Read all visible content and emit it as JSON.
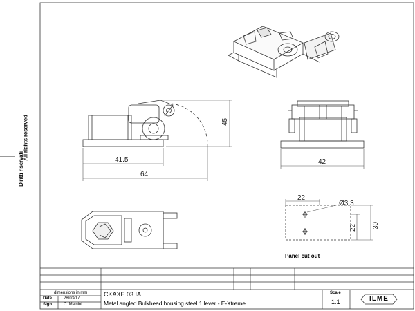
{
  "side_notes": {
    "rights_reserved": "All rights reserved",
    "diritti": "Diritti riservati"
  },
  "front_view": {
    "dim_width": "41.5",
    "dim_total": "64",
    "dim_height": "45"
  },
  "side_view": {
    "dim_width": "42"
  },
  "cutout": {
    "dim_hole_spacing": "22",
    "dim_hole_dia": "Ø3.3",
    "dim_vertical_spacing": "22",
    "dim_height": "30",
    "label": "Panel cut out"
  },
  "title_block": {
    "dimensions_note": "dimensions in mm",
    "date_label": "Date",
    "date_value": "28/03/17",
    "sign_label": "Sign.",
    "sign_value": "C. Mainini",
    "code": "CKAXE 03 IA",
    "description": "Metal angled Bulkhead housing steel 1 lever  - E-Xtreme",
    "scale_label": "Scale",
    "scale_value": "1:1",
    "logo_text": "ILME"
  }
}
